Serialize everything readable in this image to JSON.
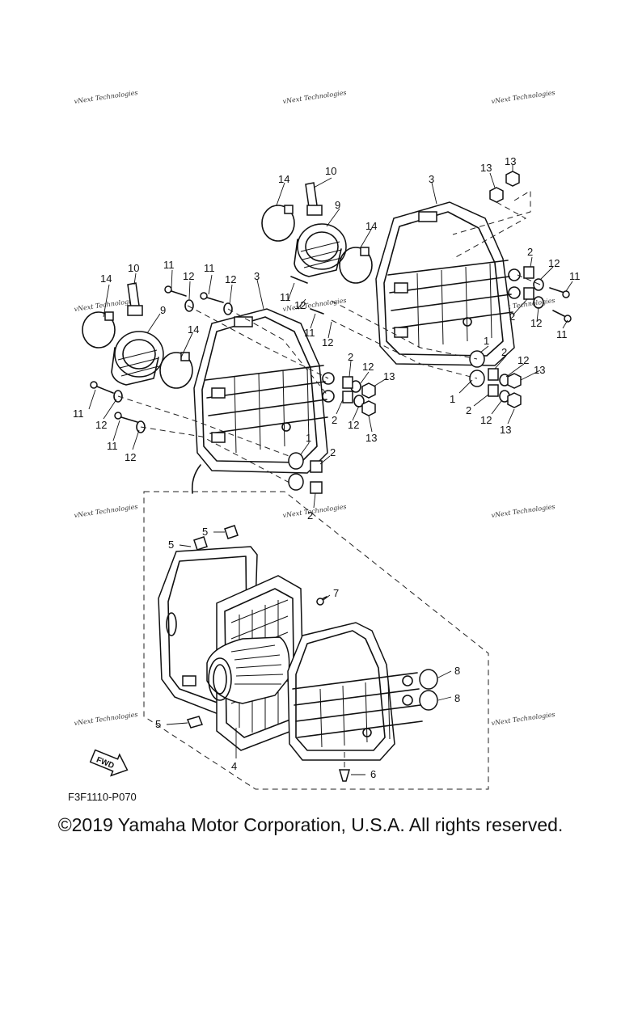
{
  "diagram": {
    "code": "F3F1110-P070",
    "fwd_label": "FWD",
    "watermark": "vNext Technologies",
    "callouts": [
      "1",
      "2",
      "3",
      "4",
      "5",
      "6",
      "7",
      "8",
      "9",
      "10",
      "11",
      "12",
      "13",
      "14"
    ]
  },
  "footer": {
    "copyright": "©2019 Yamaha Motor Corporation, U.S.A. All rights reserved."
  }
}
